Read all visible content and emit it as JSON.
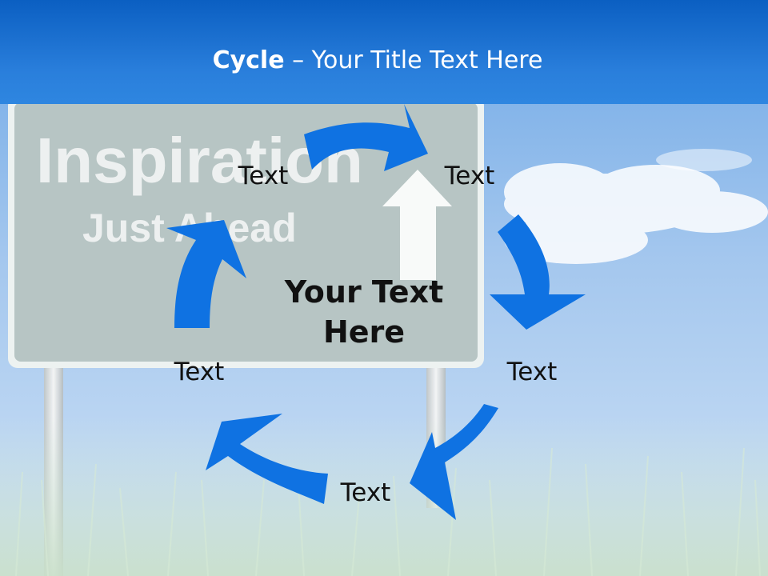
{
  "title": {
    "bold": "Cycle",
    "rest": " – Your Title Text Here"
  },
  "sign": {
    "line1": "Inspiration",
    "line2": "Just Ahead"
  },
  "center": {
    "line1": "Your Text",
    "line2": "Here"
  },
  "nodes": [
    {
      "label": "Text"
    },
    {
      "label": "Text"
    },
    {
      "label": "Text"
    },
    {
      "label": "Text"
    },
    {
      "label": "Text"
    }
  ],
  "colors": {
    "header": "#1f74d6",
    "arrow": "#0f72e2",
    "sky": "#9cc3ec",
    "sign": "#b4c3c2"
  }
}
